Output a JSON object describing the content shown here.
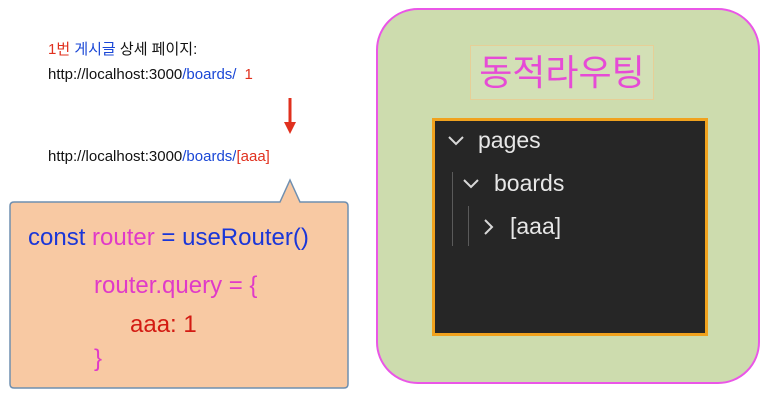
{
  "annotation": {
    "heading": {
      "number": "1번",
      "boards": "게시글",
      "rest": " 상세 페이지:"
    },
    "url_actual": {
      "base": "http://localhost:3000",
      "path": "/boards/",
      "id": "1"
    },
    "url_pattern": {
      "base": "http://localhost:3000",
      "path": "/boards/",
      "param": "[aaa]"
    }
  },
  "code": {
    "line1_const": "const",
    "line1_var": "router",
    "line1_rest": "= useRouter()",
    "line2": "router.query = {",
    "line3": "aaa: 1",
    "line4": "}"
  },
  "panel": {
    "title": "동적라우팅",
    "tree": [
      {
        "icon": "chevron-down-icon",
        "label": "pages"
      },
      {
        "icon": "chevron-down-icon",
        "label": "boards"
      },
      {
        "icon": "chevron-right-icon",
        "label": "[aaa]"
      }
    ]
  },
  "colors": {
    "red": "#e0301e",
    "blue": "#1a47d6",
    "pink": "#e03ac8",
    "callout_fill": "#f8c9a3",
    "callout_border": "#6f8fb0",
    "panel_fill": "#cddcae",
    "panel_border": "#ea56e7",
    "explorer_bg": "#262626",
    "explorer_border": "#f0a21e"
  }
}
